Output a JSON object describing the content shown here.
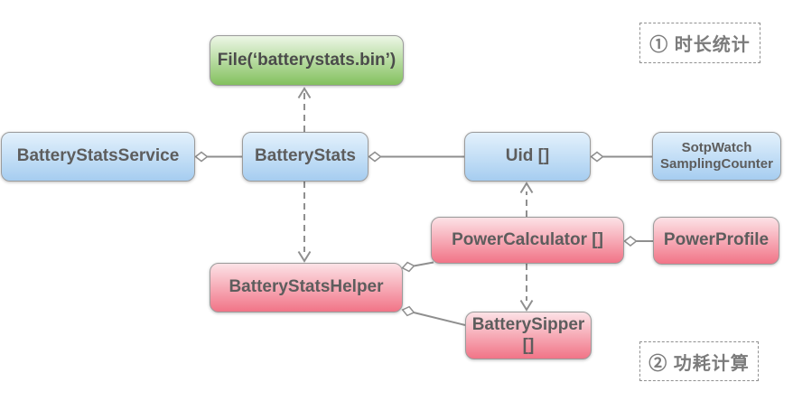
{
  "diagram": {
    "annotations": {
      "duration_label": "① 时长统计",
      "power_label": "② 功耗计算"
    },
    "nodes": {
      "file": {
        "label": "File(‘batterystats.bin’)"
      },
      "battery_stats_service": {
        "label": "BatteryStatsService"
      },
      "battery_stats": {
        "label": "BatteryStats"
      },
      "uid_array": {
        "label": "Uid []"
      },
      "sotpwatch_sampling_counter": {
        "line1": "SotpWatch",
        "line2": "SamplingCounter"
      },
      "power_calculator": {
        "label": "PowerCalculator []"
      },
      "power_profile": {
        "label": "PowerProfile"
      },
      "battery_stats_helper": {
        "label": "BatteryStatsHelper"
      },
      "battery_sipper": {
        "label": "BatterySipper []"
      }
    },
    "edges": [
      {
        "from": "BatteryStatsService",
        "to": "BatteryStats",
        "style": "solid",
        "marker": "open-diamond-at-from"
      },
      {
        "from": "BatteryStats",
        "to": "Uid []",
        "style": "solid",
        "marker": "open-diamond-at-from"
      },
      {
        "from": "Uid []",
        "to": "SotpWatch SamplingCounter",
        "style": "solid",
        "marker": "open-diamond-at-from"
      },
      {
        "from": "PowerCalculator []",
        "to": "PowerProfile",
        "style": "solid",
        "marker": "open-diamond-at-from"
      },
      {
        "from": "BatteryStatsHelper",
        "to": "PowerCalculator []",
        "style": "solid",
        "marker": "open-diamond-at-from"
      },
      {
        "from": "BatteryStatsHelper",
        "to": "BatterySipper []",
        "style": "solid",
        "marker": "open-diamond-at-from"
      },
      {
        "from": "BatteryStats",
        "to": "File(‘batterystats.bin’)",
        "style": "dashed",
        "marker": "arrow-at-to"
      },
      {
        "from": "BatteryStats",
        "to": "BatteryStatsHelper",
        "style": "dashed",
        "marker": "arrow-at-to"
      },
      {
        "from": "PowerCalculator []",
        "to": "Uid []",
        "style": "dashed",
        "marker": "arrow-at-to"
      },
      {
        "from": "PowerCalculator []",
        "to": "BatterySipper []",
        "style": "dashed",
        "marker": "arrow-at-to"
      }
    ],
    "colors": {
      "blue_top": "#e3f1fc",
      "blue_bottom": "#a6cdf0",
      "pink_top": "#fce2e6",
      "pink_bottom": "#f17487",
      "green_top": "#edf7e6",
      "green_bottom": "#83c15e",
      "node_border": "#9b9b9b",
      "node_text": "#5d5d5d",
      "connector": "#8f8f8f",
      "annotation_text": "#7b7b7b"
    }
  }
}
